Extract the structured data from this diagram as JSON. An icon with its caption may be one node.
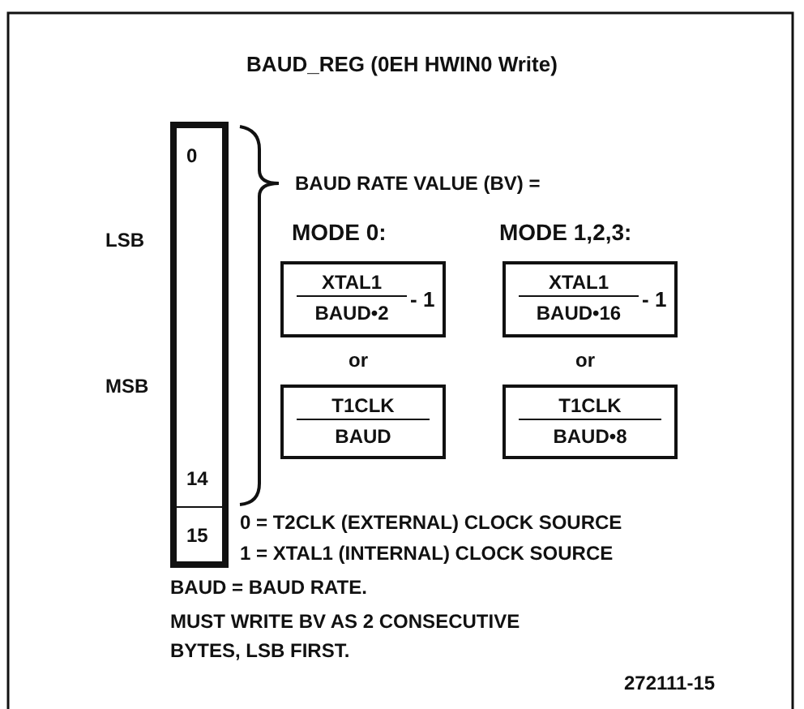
{
  "diagram": {
    "title": "BAUD_REG (0EH HWIN0 Write)",
    "nodes": [
      {
        "text": [
          "0",
          "14"
        ]
      },
      {
        "text": [
          "15"
        ]
      },
      {
        "text": [
          "XTAL1",
          "BAUD•2",
          "- 1"
        ]
      },
      {
        "text": [
          "XTAL1",
          "BAUD•16",
          "- 1"
        ]
      },
      {
        "text": [
          "T1CLK",
          "BAUD"
        ]
      },
      {
        "text": [
          "T1CLK",
          "BAUD•8"
        ]
      }
    ],
    "labels": [
      "LSB",
      "BAUD RATE VALUE (BV) =",
      "MODE 0:",
      "MODE 1,2,3:",
      "MSB",
      "or",
      "or",
      "0 = T2CLK (EXTERNAL) CLOCK SOURCE",
      "1 = XTAL1 (INTERNAL) CLOCK SOURCE",
      "BAUD = BAUD RATE.",
      "MUST WRITE BV AS 2 CONSECUTIVE BYTES, LSB FIRST.",
      "272111-15"
    ]
  }
}
